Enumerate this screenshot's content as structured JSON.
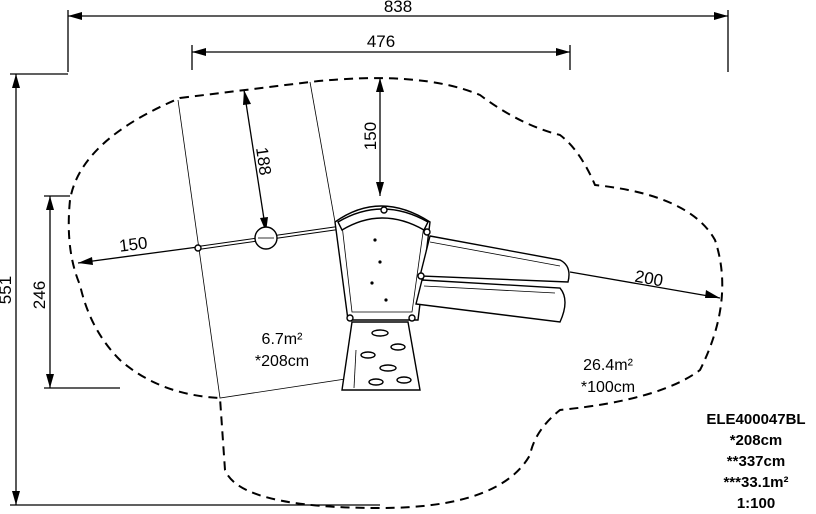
{
  "dimensions": {
    "overall_width": "838",
    "inner_width": "476",
    "overall_height": "551",
    "left_height": "246",
    "top_clearance": "150",
    "swing_clearance": "188",
    "left_clearance": "150",
    "right_clearance": "200"
  },
  "zones": {
    "swing_area": "6.7m²",
    "swing_fall_height": "*208cm",
    "main_area": "26.4m²",
    "main_fall_height": "*100cm"
  },
  "spec": {
    "code": "ELE400047BL",
    "height": "*208cm",
    "free_height": "**337cm",
    "total_area": "***33.1m²",
    "scale": "1:100"
  }
}
